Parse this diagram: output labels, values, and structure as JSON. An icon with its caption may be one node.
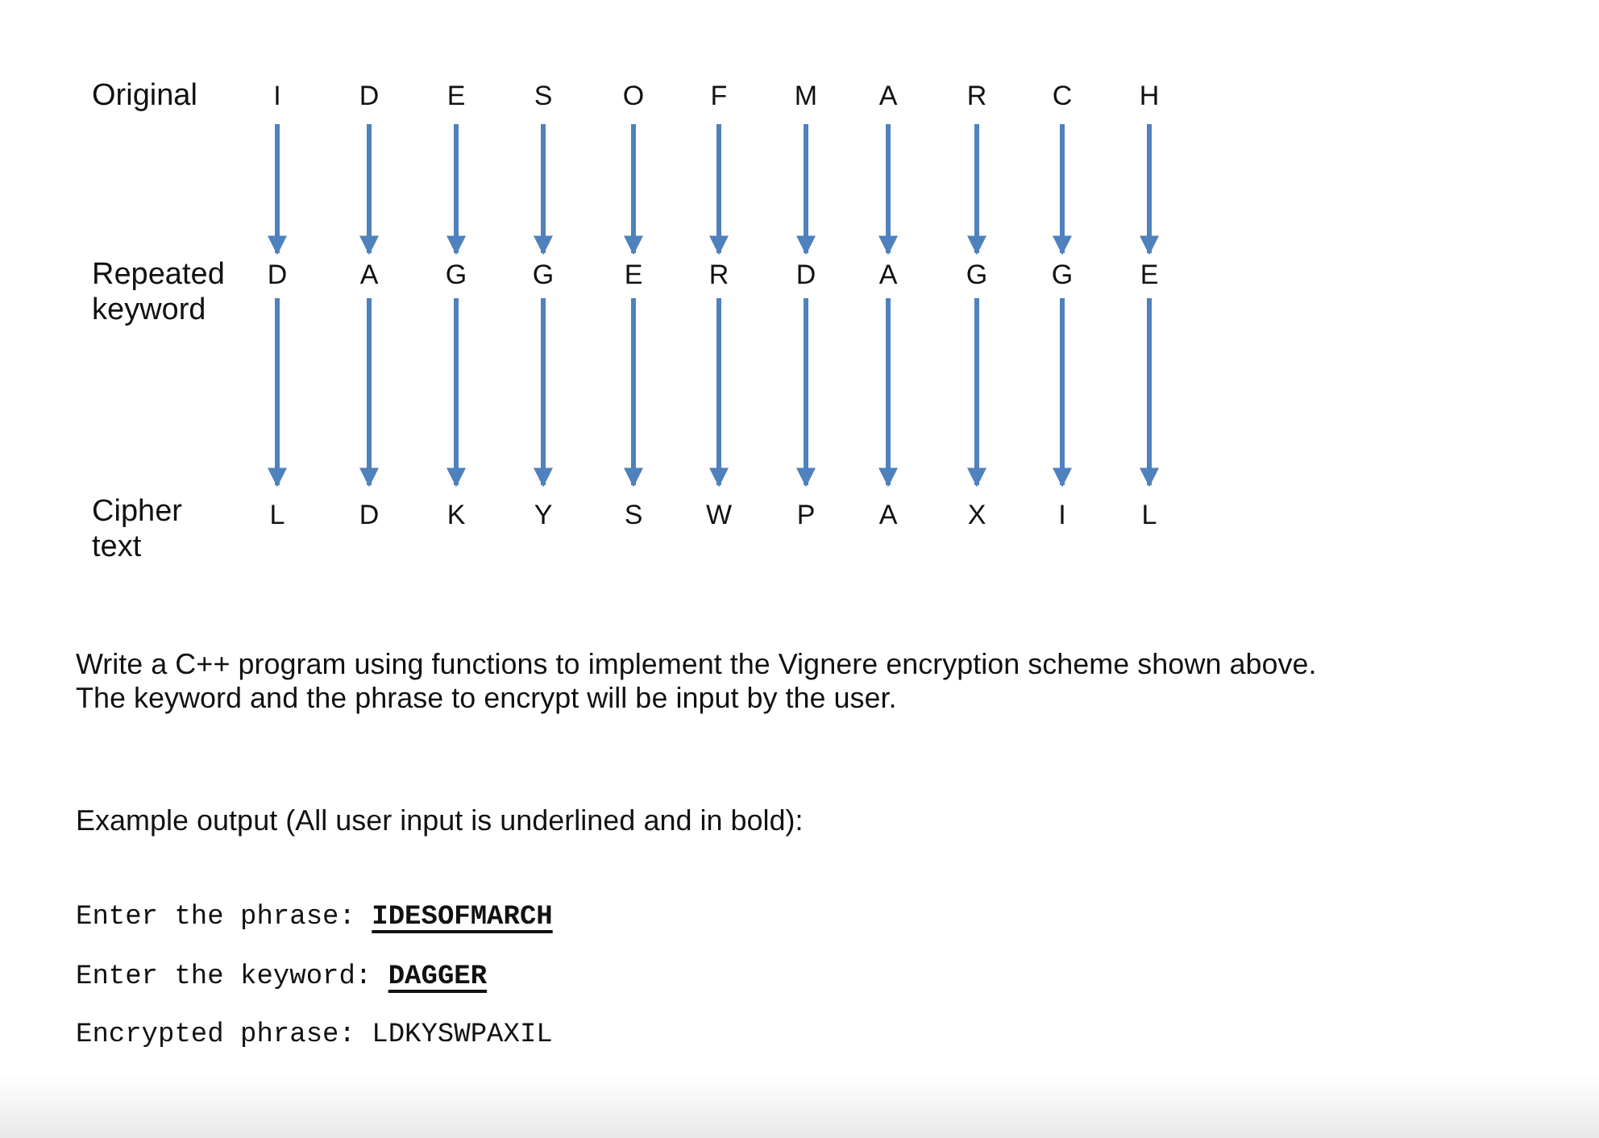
{
  "diagram": {
    "nodes": [
      {
        "text": [
          "I"
        ]
      },
      {
        "text": [
          "D"
        ]
      },
      {
        "text": [
          "E"
        ]
      },
      {
        "text": [
          "S"
        ]
      },
      {
        "text": [
          "O"
        ]
      },
      {
        "text": [
          "F"
        ]
      },
      {
        "text": [
          "M"
        ]
      },
      {
        "text": [
          "A"
        ]
      },
      {
        "text": [
          "R"
        ]
      },
      {
        "text": [
          "C"
        ]
      },
      {
        "text": [
          "H"
        ]
      },
      {
        "text": [
          "D"
        ]
      },
      {
        "text": [
          "A"
        ]
      },
      {
        "text": [
          "G"
        ]
      },
      {
        "text": [
          "G"
        ]
      },
      {
        "text": [
          "E"
        ]
      },
      {
        "text": [
          "R"
        ]
      },
      {
        "text": [
          "D"
        ]
      },
      {
        "text": [
          "A"
        ]
      },
      {
        "text": [
          "G"
        ]
      },
      {
        "text": [
          "G"
        ]
      },
      {
        "text": [
          "E"
        ]
      },
      {
        "text": [
          "L"
        ]
      },
      {
        "text": [
          "D"
        ]
      },
      {
        "text": [
          "K"
        ]
      },
      {
        "text": [
          "Y"
        ]
      },
      {
        "text": [
          "S"
        ]
      },
      {
        "text": [
          "W"
        ]
      },
      {
        "text": [
          "P"
        ]
      },
      {
        "text": [
          "A"
        ]
      },
      {
        "text": [
          "X"
        ]
      },
      {
        "text": [
          "I"
        ]
      },
      {
        "text": [
          "L"
        ]
      }
    ],
    "edges": [
      {
        "from": 0,
        "to": 11,
        "arrow": "to"
      },
      {
        "from": 1,
        "to": 12,
        "arrow": "to"
      },
      {
        "from": 2,
        "to": 13,
        "arrow": "to"
      },
      {
        "from": 3,
        "to": 14,
        "arrow": "to"
      },
      {
        "from": 4,
        "to": 15,
        "arrow": "to"
      },
      {
        "from": 5,
        "to": 16,
        "arrow": "to"
      },
      {
        "from": 6,
        "to": 17,
        "arrow": "to"
      },
      {
        "from": 7,
        "to": 18,
        "arrow": "to"
      },
      {
        "from": 8,
        "to": 19,
        "arrow": "to"
      },
      {
        "from": 9,
        "to": 20,
        "arrow": "to"
      },
      {
        "from": 10,
        "to": 21,
        "arrow": "to"
      },
      {
        "from": 11,
        "to": 22,
        "arrow": "to"
      },
      {
        "from": 12,
        "to": 23,
        "arrow": "to"
      },
      {
        "from": 13,
        "to": 24,
        "arrow": "to"
      },
      {
        "from": 14,
        "to": 25,
        "arrow": "to"
      },
      {
        "from": 15,
        "to": 26,
        "arrow": "to"
      },
      {
        "from": 16,
        "to": 27,
        "arrow": "to"
      },
      {
        "from": 17,
        "to": 28,
        "arrow": "to"
      },
      {
        "from": 18,
        "to": 29,
        "arrow": "to"
      },
      {
        "from": 19,
        "to": 30,
        "arrow": "to"
      },
      {
        "from": 20,
        "to": 31,
        "arrow": "to"
      },
      {
        "from": 21,
        "to": 32,
        "arrow": "to"
      }
    ],
    "labels": [
      "Original",
      "Repeated keyword",
      "Cipher text",
      "Write a C++ program using functions to implement the Vignere encryption scheme shown above. The keyword and the phrase to encrypt will be input by the user.",
      "Example output (All user input is underlined and in bold):",
      "Enter the phrase: **IDESOFMARCH**",
      "Enter the keyword: **DAGGER**",
      "Encrypted phrase: LDKYSWPAXIL"
    ]
  }
}
